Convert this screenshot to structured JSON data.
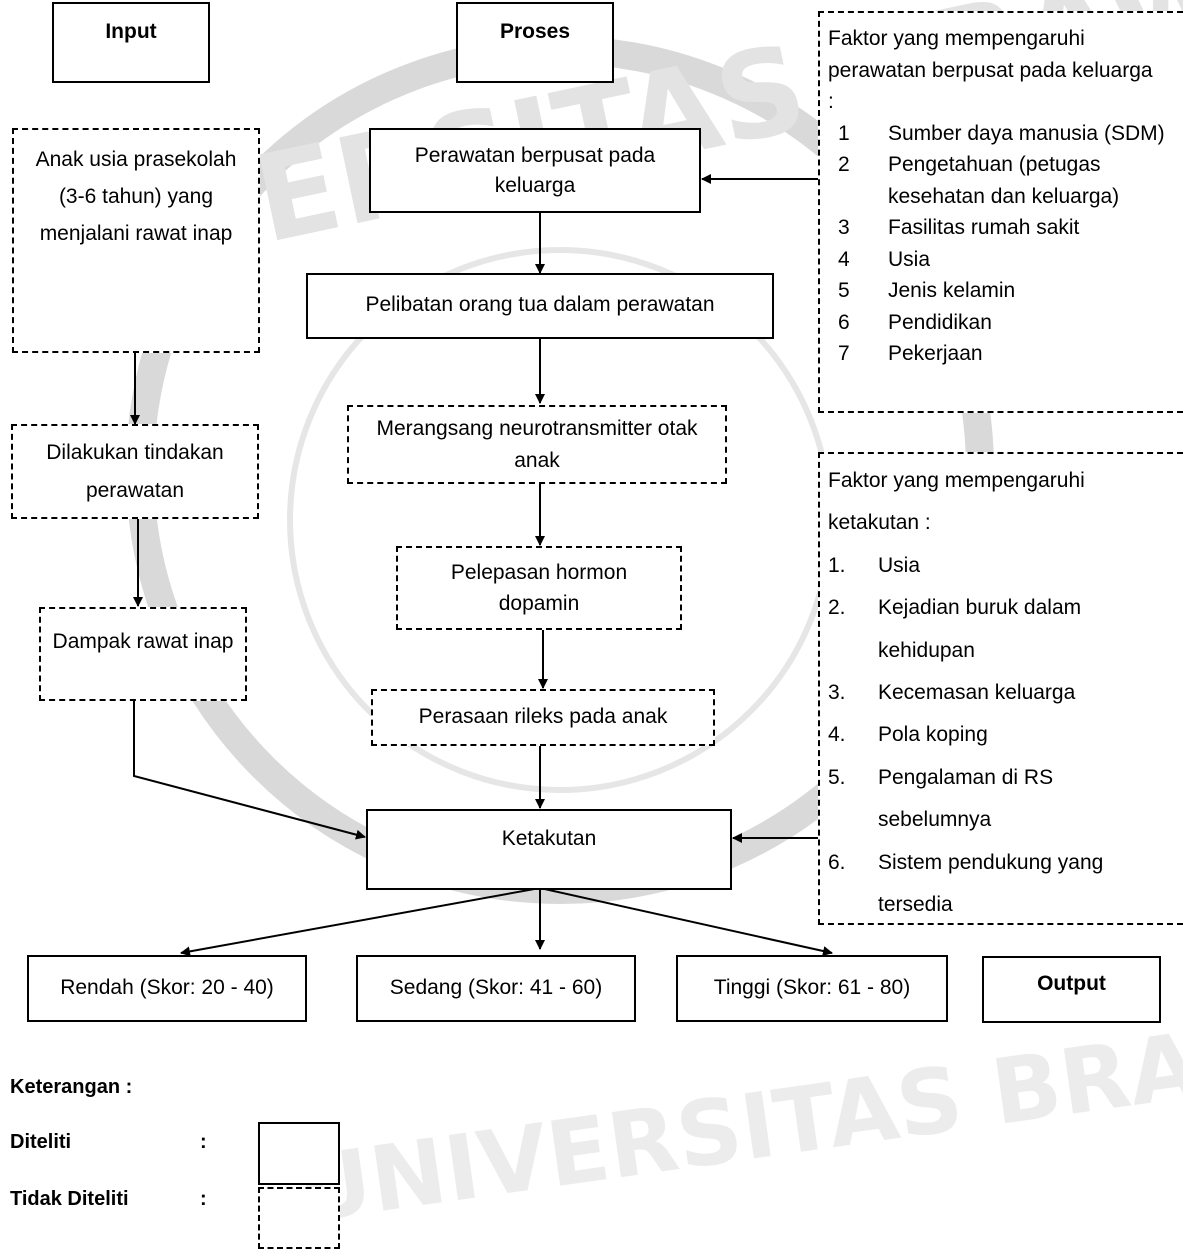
{
  "headers": {
    "input": "Input",
    "proses": "Proses",
    "output": "Output"
  },
  "input_col": {
    "anak": "Anak usia prasekolah (3-6 tahun) yang menjalani rawat inap",
    "tindakan": "Dilakukan tindakan perawatan",
    "dampak": "Dampak rawat inap"
  },
  "process_col": {
    "fcc": "Perawatan berpusat pada keluarga",
    "pelibatan": "Pelibatan orang tua dalam perawatan",
    "neuro": "Merangsang neurotransmitter otak anak",
    "dopamin": "Pelepasan hormon dopamin",
    "rileks": "Perasaan rileks pada anak",
    "ketakutan": "Ketakutan"
  },
  "outputs": {
    "rendah": "Rendah (Skor: 20 - 40)",
    "sedang": "Sedang (Skor: 41 - 60)",
    "tinggi": "Tinggi (Skor: 61 - 80)"
  },
  "factors_fcc": {
    "title": "Faktor yang mempengaruhi perawatan berpusat pada keluarga :",
    "items": [
      {
        "n": "1",
        "t": "Sumber daya manusia (SDM)"
      },
      {
        "n": "2",
        "t": "Pengetahuan (petugas kesehatan dan keluarga)"
      },
      {
        "n": "3",
        "t": "Fasilitas rumah sakit"
      },
      {
        "n": "4",
        "t": "Usia"
      },
      {
        "n": "5",
        "t": "Jenis kelamin"
      },
      {
        "n": "6",
        "t": "Pendidikan"
      },
      {
        "n": "7",
        "t": "Pekerjaan"
      }
    ]
  },
  "factors_fear": {
    "title": "Faktor yang mempengaruhi ketakutan :",
    "items": [
      {
        "n": "1.",
        "t": "Usia"
      },
      {
        "n": "2.",
        "t": "Kejadian buruk dalam kehidupan"
      },
      {
        "n": "3.",
        "t": "Kecemasan keluarga"
      },
      {
        "n": "4.",
        "t": "Pola koping"
      },
      {
        "n": "5.",
        "t": "Pengalaman di RS sebelumnya"
      },
      {
        "n": "6.",
        "t": "Sistem pendukung yang tersedia"
      }
    ]
  },
  "legend": {
    "title": "Keterangan :",
    "diteliti": "Diteliti",
    "tidak_diteliti": "Tidak Diteliti",
    "colon": ":"
  },
  "colors": {
    "line": "#000000",
    "watermark": "#bdbdbd"
  }
}
